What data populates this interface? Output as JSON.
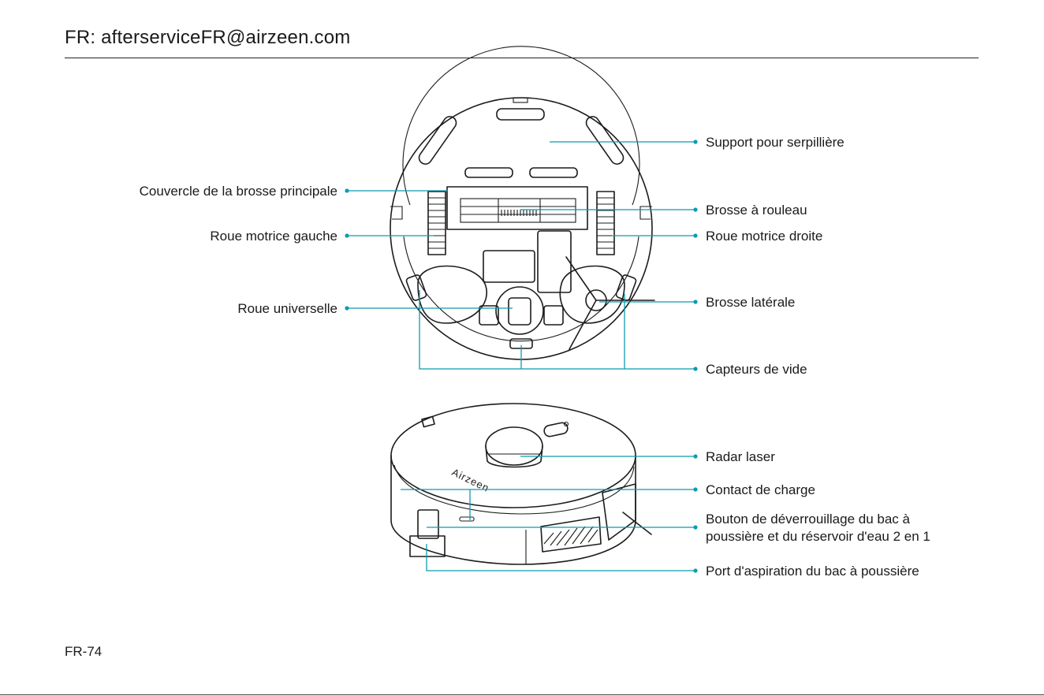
{
  "header": {
    "email": "FR: afterserviceFR@airzeen.com"
  },
  "footer": {
    "page_number": "FR-74"
  },
  "robot_top": {
    "brand_logo": "Airzeen"
  },
  "labels": {
    "support_serpilliere": "Support pour serpillière",
    "couvercle_brosse": "Couvercle de la brosse principale",
    "brosse_rouleau": "Brosse à rouleau",
    "roue_gauche": "Roue motrice gauche",
    "roue_droite": "Roue motrice droite",
    "brosse_laterale": "Brosse latérale",
    "roue_universelle": "Roue universelle",
    "capteurs_vide": "Capteurs de vide",
    "radar_laser": "Radar laser",
    "contact_charge": "Contact de charge",
    "bouton_line1": "Bouton de déverrouillage du bac à",
    "bouton_line2": "poussière et du réservoir d'eau 2 en 1",
    "port_aspiration": "Port d'aspiration du bac à poussière"
  },
  "colors": {
    "leader": "#0e9bb0",
    "text": "#1a1a1a",
    "drawing": "#1c1c1c"
  }
}
